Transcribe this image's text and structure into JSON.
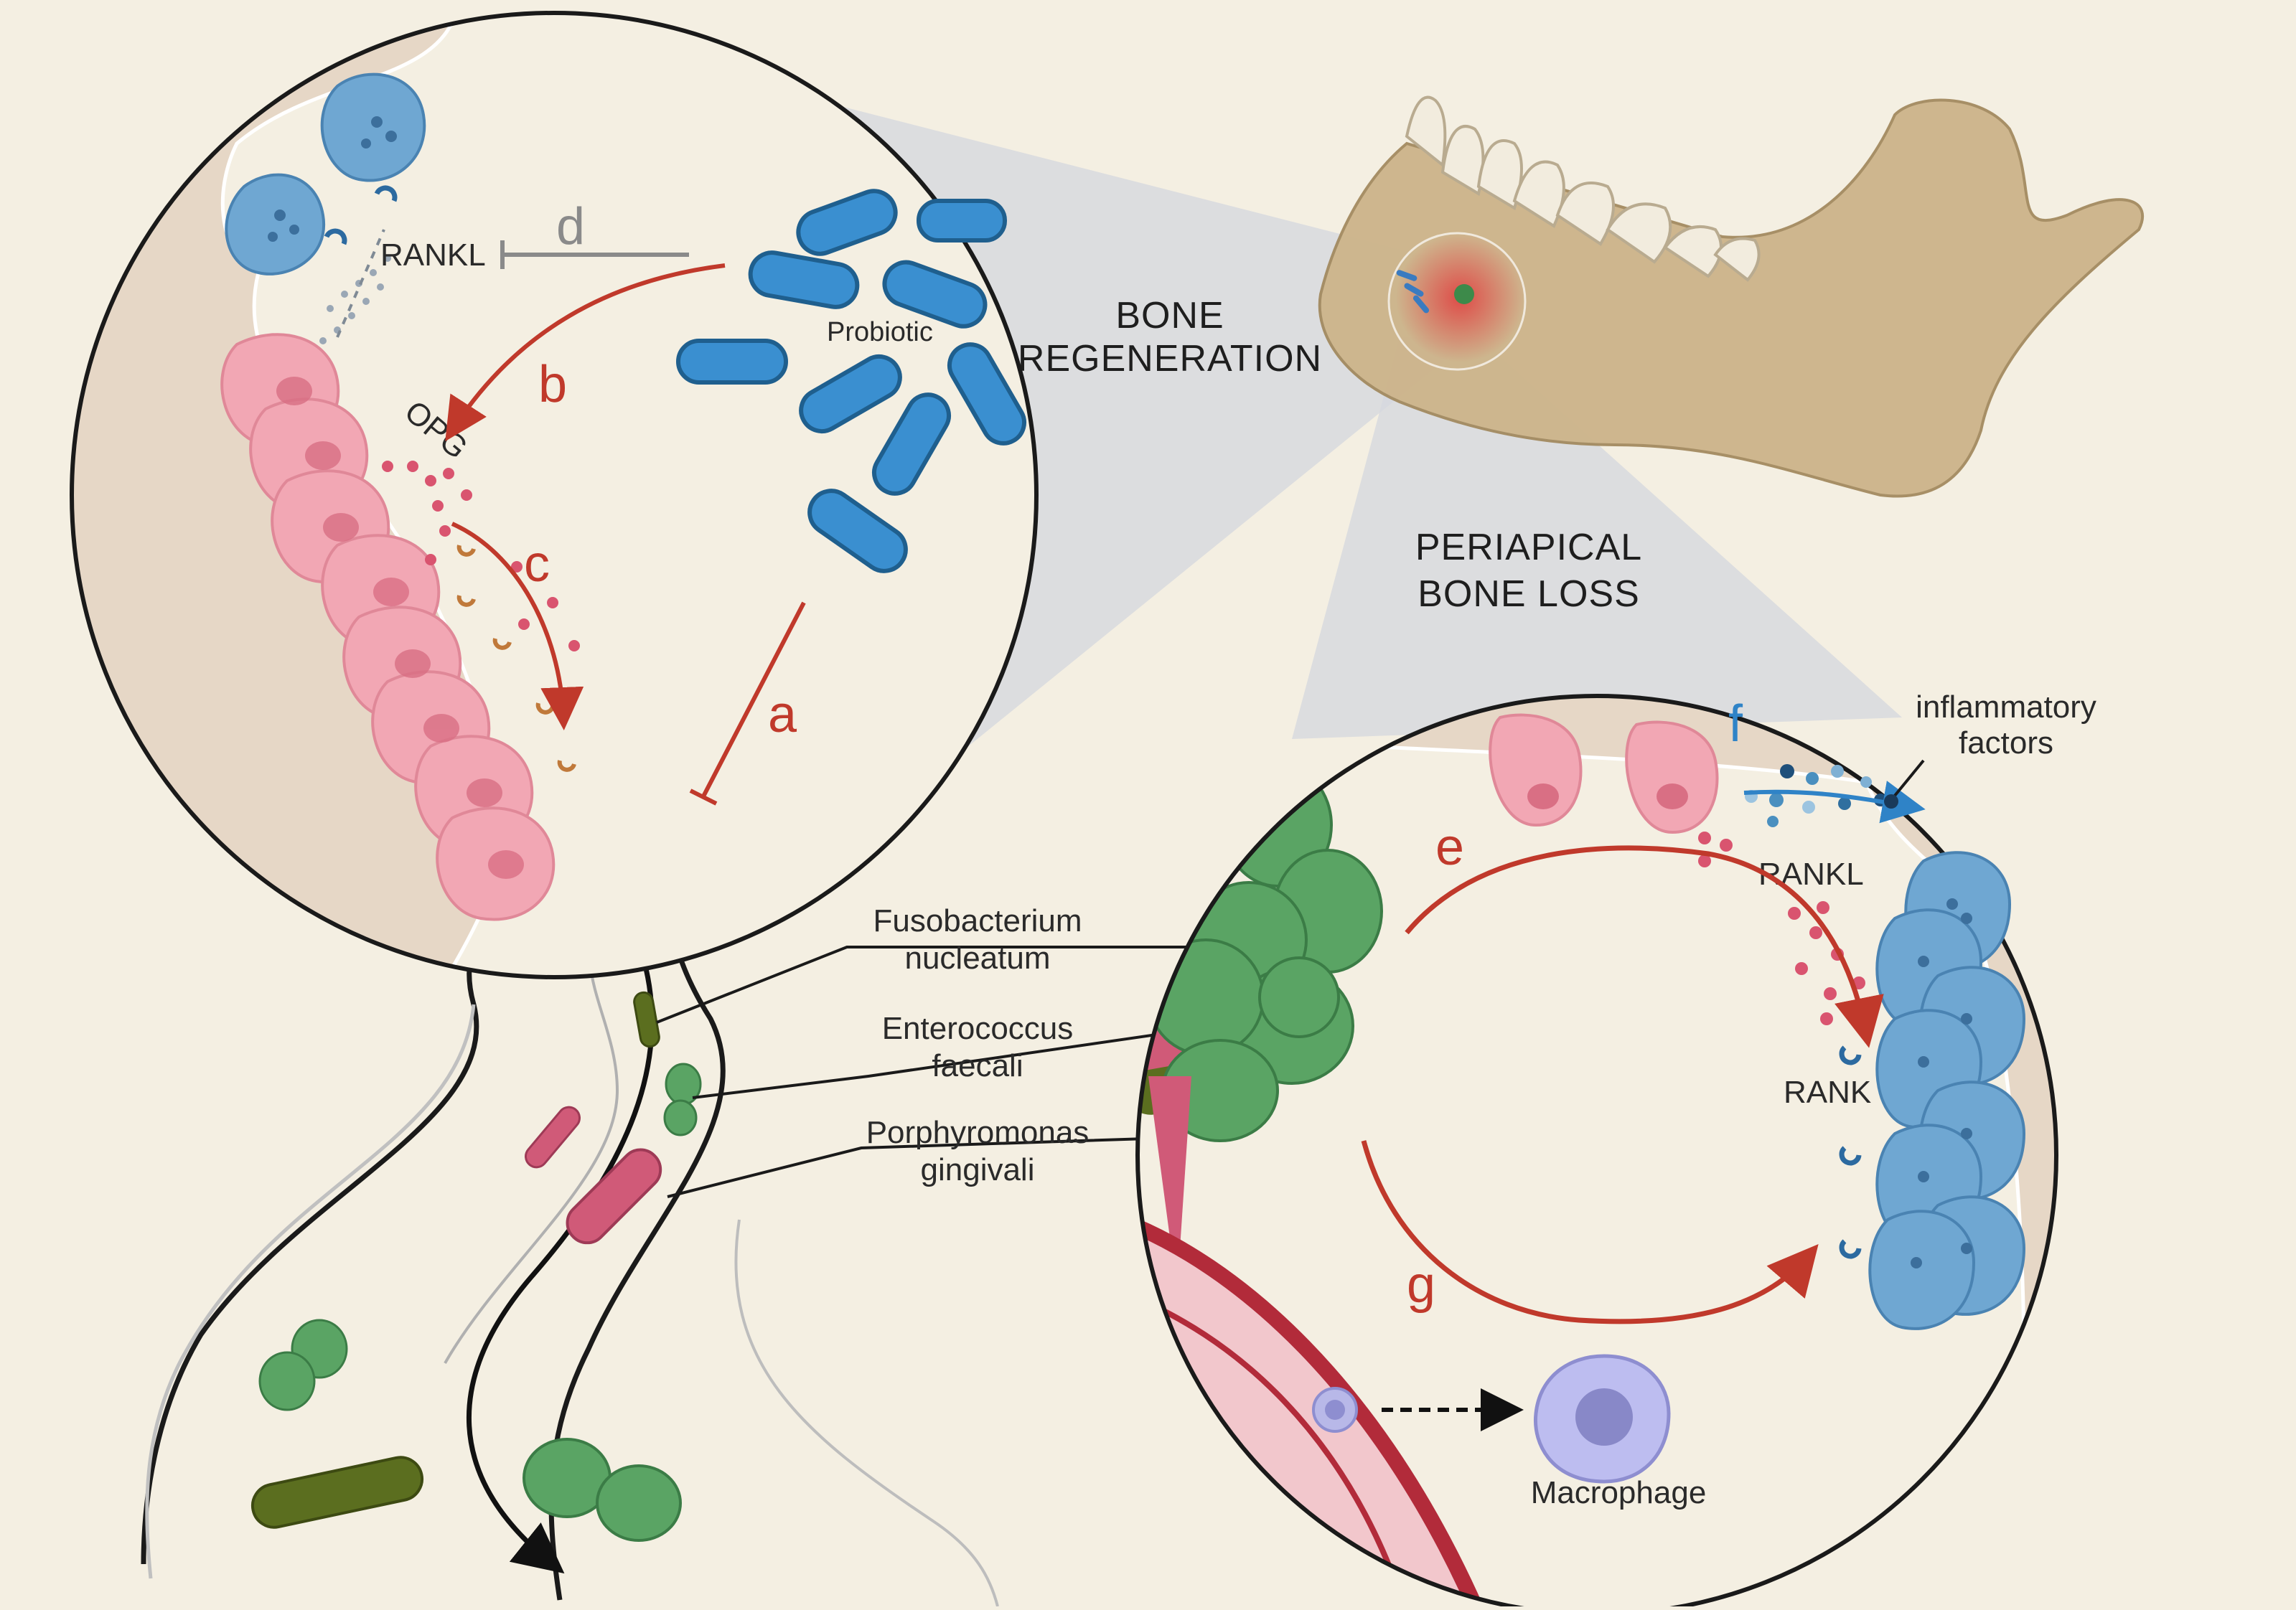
{
  "labels": {
    "bone_regeneration": [
      "BONE",
      "REGENERATION"
    ],
    "periapical_bone_loss": [
      "PERIAPICAL",
      "BONE LOSS"
    ],
    "probiotic": "Probiotic",
    "rankl_left": "RANKL",
    "opg": "OPG",
    "rankl_right": "RANKL",
    "rank": "RANK",
    "inflammatory_factors": [
      "inflammatory",
      "factors"
    ],
    "macrophage": "Macrophage",
    "fusobacterium": [
      "Fusobacterium",
      "nucleatum"
    ],
    "enterococcus": [
      "Enterococcus",
      "faecali"
    ],
    "porphyromonas": [
      "Porphyromonas",
      "gingivali"
    ]
  },
  "pathway_letters": {
    "a": "a",
    "b": "b",
    "c": "c",
    "d": "d",
    "e": "e",
    "f": "f",
    "g": "g"
  },
  "colors": {
    "background": "#f4efe2",
    "bone_tissue": "#e6d7c6",
    "probiotic": "#3a8fd0",
    "osteoblast": "#f2a7b4",
    "osteoclast": "#6fa7d2",
    "arrow_red": "#c0392b",
    "arrow_blue": "#2f83c7",
    "fusobacterium": "#5b6e1f",
    "enterococcus": "#5aa464",
    "porphyromonas": "#d05a78",
    "jaw": "#cdb48a"
  }
}
